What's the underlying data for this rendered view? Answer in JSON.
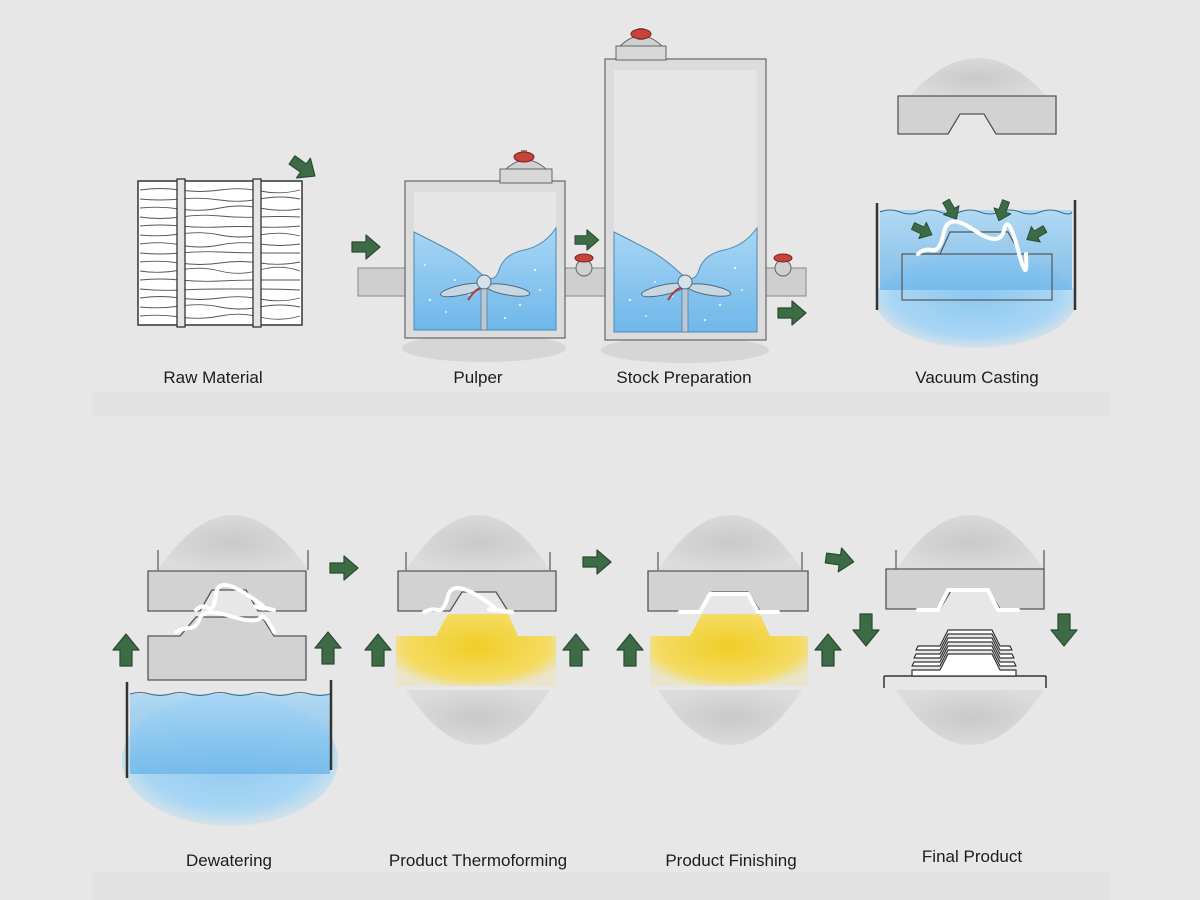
{
  "steps": {
    "raw_material": "Raw Material",
    "pulper": "Pulper",
    "stock_preparation": "Stock Preparation",
    "vacuum_casting": "Vacuum Casting",
    "dewatering": "Dewatering",
    "product_thermoforming": "Product Thermoforming",
    "product_finishing": "Product Finishing",
    "final_product": "Final Product"
  },
  "colors": {
    "background": "#e7e7e7",
    "water": "#8cc6ee",
    "heat": "#f2d23c",
    "arrow": "#3d6b45",
    "machine": "#cfcfcf",
    "valve": "#c7423a"
  }
}
